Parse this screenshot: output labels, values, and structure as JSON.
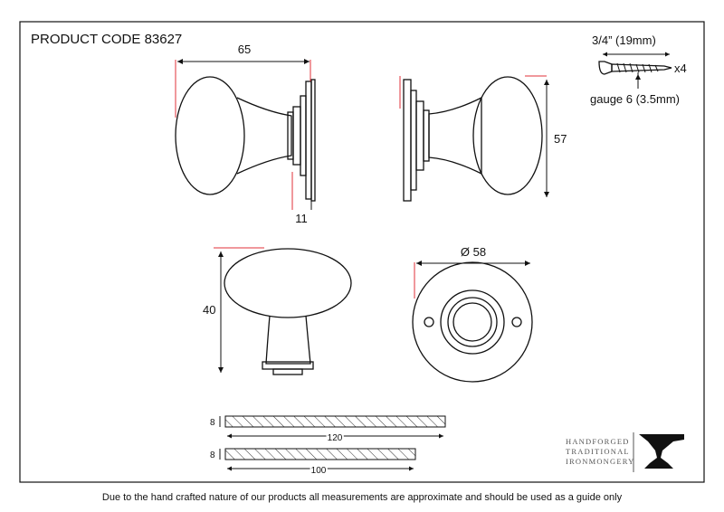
{
  "product_code": "PRODUCT CODE 83627",
  "dimensions": {
    "depth_top": "65",
    "plate_thickness": "11",
    "height_side": "57",
    "diameter": "Ø 58",
    "knob_height": "40",
    "spindle_120": "120",
    "spindle_100": "100",
    "spindle_thickness_a": "8",
    "spindle_thickness_b": "8"
  },
  "screw": {
    "length": "3/4” (19mm)",
    "quantity": "x4",
    "gauge": "gauge 6 (3.5mm)"
  },
  "brand": {
    "line1": "HANDFORGED",
    "line2": "TRADITIONAL",
    "line3": "IRONMONGERY",
    "logo_icon": "anvil-icon"
  },
  "disclaimer": "Due to the hand crafted nature of our products all measurements are approximate and should be used as a guide only",
  "colors": {
    "outline": "#111111",
    "extension_lines": "#e0323a",
    "hatching": "#333333"
  }
}
